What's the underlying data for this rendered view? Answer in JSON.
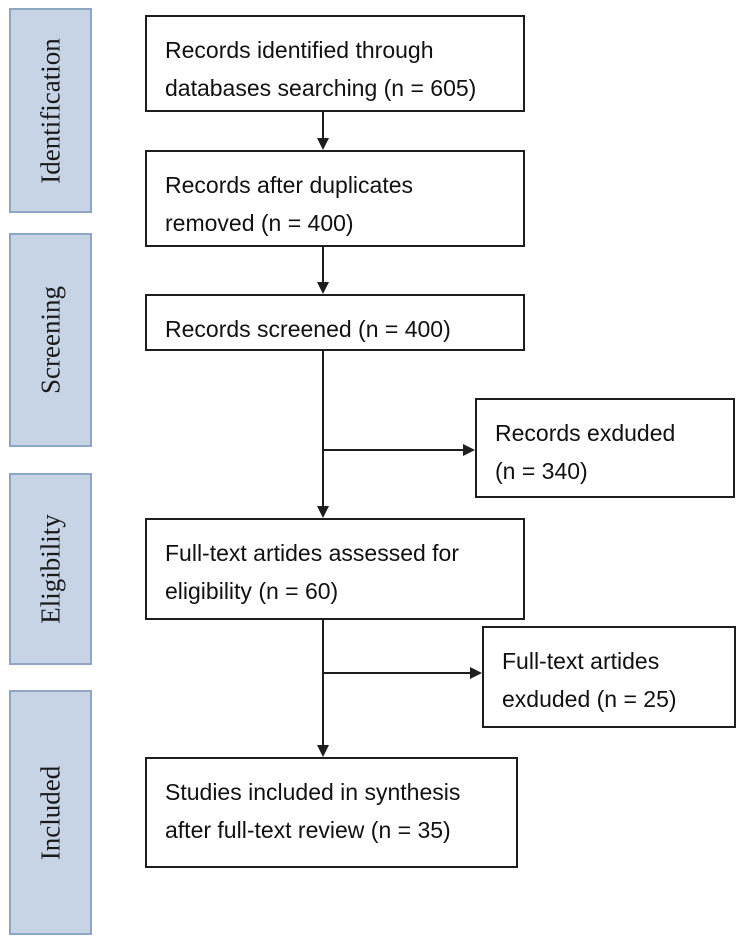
{
  "phases": [
    {
      "id": "identification",
      "label": "Identification"
    },
    {
      "id": "screening",
      "label": "Screening"
    },
    {
      "id": "eligibility",
      "label": "Eligibility"
    },
    {
      "id": "included",
      "label": "Included"
    }
  ],
  "boxes": {
    "identified": {
      "lines": [
        "Records identified through",
        "databases searching (n = 605)"
      ]
    },
    "deduplicated": {
      "lines": [
        "Records after duplicates",
        "removed (n = 400)"
      ]
    },
    "screened": {
      "lines": [
        "Records screened (n = 400)"
      ]
    },
    "excluded_records": {
      "lines": [
        "Records exduded",
        "(n = 340)"
      ]
    },
    "full_text": {
      "lines": [
        "Full-text artides assessed for",
        "eligibility (n = 60)"
      ]
    },
    "excluded_full_text": {
      "lines": [
        "Full-text artides",
        "exduded (n = 25)"
      ]
    },
    "included": {
      "lines": [
        "Studies included in synthesis",
        "after full-text review (n = 35)"
      ]
    }
  },
  "colors": {
    "phase_fill": "#c6d4e6",
    "phase_border": "#8ea6c2",
    "box_border": "#1e1e1e",
    "arrow": "#1e1e1e"
  }
}
